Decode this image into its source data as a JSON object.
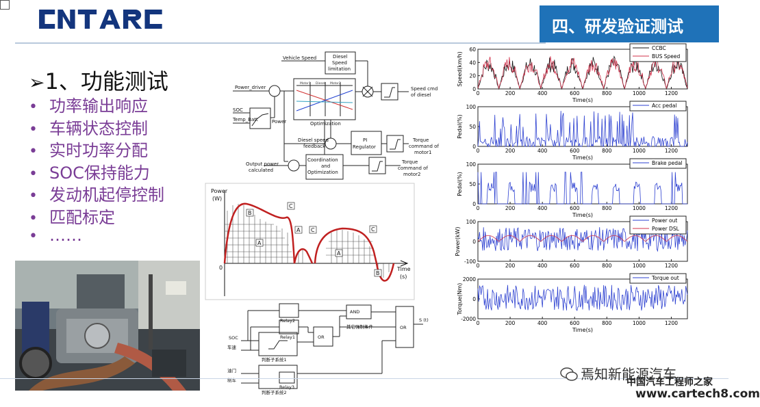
{
  "header": {
    "logo": "CNTARC",
    "section_title": "四、研发验证测试"
  },
  "content": {
    "heading": "1、功能测试",
    "bullets": [
      "功率输出响应",
      "车辆状态控制",
      "实时功率分配",
      "SOC保持能力",
      "发动机起停控制",
      "匹配标定",
      "……"
    ]
  },
  "control_diagram": {
    "vehicle_speed": "Vehicle Speed",
    "diesel_limit": [
      "Diesel",
      "Speed",
      "limitation"
    ],
    "power_driver": "Power_driver",
    "soc": "SOC",
    "temp_batt": "Temp_Batt",
    "power_label": "Power",
    "optimization": "Optimization",
    "speed_cmd": [
      "Speed cmd",
      "of diesel"
    ],
    "diesel_fb": [
      "Diesel speed",
      "feedback"
    ],
    "pi": [
      "PI",
      "Regulator"
    ],
    "torque1": [
      "Torque",
      "command of",
      "motor1"
    ],
    "output_power": [
      "Output power",
      "calculated"
    ],
    "coord": [
      "Coordination",
      "and",
      "Optimization"
    ],
    "torque2": [
      "Torque",
      "command of",
      "motor2"
    ],
    "motor_cols": [
      "Motor1",
      "Diesel",
      "Motor2"
    ]
  },
  "power_chart": {
    "ylabel": "Power",
    "yunit": "(W)",
    "xlabel": "Time",
    "xunit": "(s)",
    "origin": "0",
    "labels": [
      "A",
      "B",
      "C"
    ]
  },
  "logic_diagram": {
    "relay2": "Relay2",
    "relay1": "Relay1",
    "relay3": "Relay3",
    "and": "AND",
    "or": "OR",
    "other": "其它强制条件",
    "soc": "SOC",
    "speed": "车速",
    "throttle": "油门",
    "brake": "制车",
    "judge1": "判断子系统1",
    "judge2": "判断子系统2",
    "output": "S (t)"
  },
  "chart_data": [
    {
      "type": "line",
      "ylabel": "Speed(km/h)",
      "xlabel": "Time(s)",
      "xlim": [
        0,
        1300
      ],
      "ylim": [
        0,
        60
      ],
      "xticks": [
        "0",
        "200",
        "400",
        "600",
        "800",
        "1000",
        "1200"
      ],
      "yticks": [
        "0",
        "20",
        "40",
        "60"
      ],
      "series": [
        {
          "name": "CCBC",
          "color": "#111111"
        },
        {
          "name": "BUS Speed",
          "color": "#d0304a"
        }
      ]
    },
    {
      "type": "line",
      "ylabel": "Pedal(%)",
      "xlabel": "Time(s)",
      "xlim": [
        0,
        1300
      ],
      "ylim": [
        0,
        100
      ],
      "xticks": [
        "0",
        "200",
        "400",
        "600",
        "800",
        "1000",
        "1200"
      ],
      "yticks": [
        "0",
        "50",
        "100"
      ],
      "series": [
        {
          "name": "Acc pedal",
          "color": "#2b3fd0"
        }
      ]
    },
    {
      "type": "line",
      "ylabel": "Pedal(%)",
      "xlabel": "Time(s)",
      "xlim": [
        0,
        1300
      ],
      "ylim": [
        0,
        100
      ],
      "xticks": [
        "0",
        "200",
        "400",
        "600",
        "800",
        "1000",
        "1200"
      ],
      "yticks": [
        "0",
        "50",
        "100"
      ],
      "series": [
        {
          "name": "Brake pedal",
          "color": "#2b3fd0"
        }
      ]
    },
    {
      "type": "line",
      "ylabel": "Power(kW)",
      "xlabel": "",
      "xlim": [
        0,
        1300
      ],
      "ylim": [
        -100,
        100
      ],
      "xticks": [
        "0",
        "200",
        "400",
        "600",
        "800",
        "1000",
        "1200"
      ],
      "yticks": [
        "-100",
        "0",
        "100"
      ],
      "series": [
        {
          "name": "Power out",
          "color": "#2b3fd0"
        },
        {
          "name": "Power DSL",
          "color": "#d0304a"
        }
      ]
    },
    {
      "type": "line",
      "ylabel": "Torque(Nm)",
      "xlabel": "Time(s)",
      "xlim": [
        0,
        1300
      ],
      "ylim": [
        -2000,
        2000
      ],
      "xticks": [
        "0",
        "200",
        "400",
        "600",
        "800",
        "1000",
        "1200"
      ],
      "yticks": [
        "-2000",
        "0",
        "2000"
      ],
      "series": [
        {
          "name": "Torque out",
          "color": "#2b3fd0"
        }
      ]
    }
  ],
  "watermark": {
    "line1": "焉知新能源汽车",
    "line2": "中国汽车工程师之家",
    "line3": "www.cartech8.com"
  }
}
